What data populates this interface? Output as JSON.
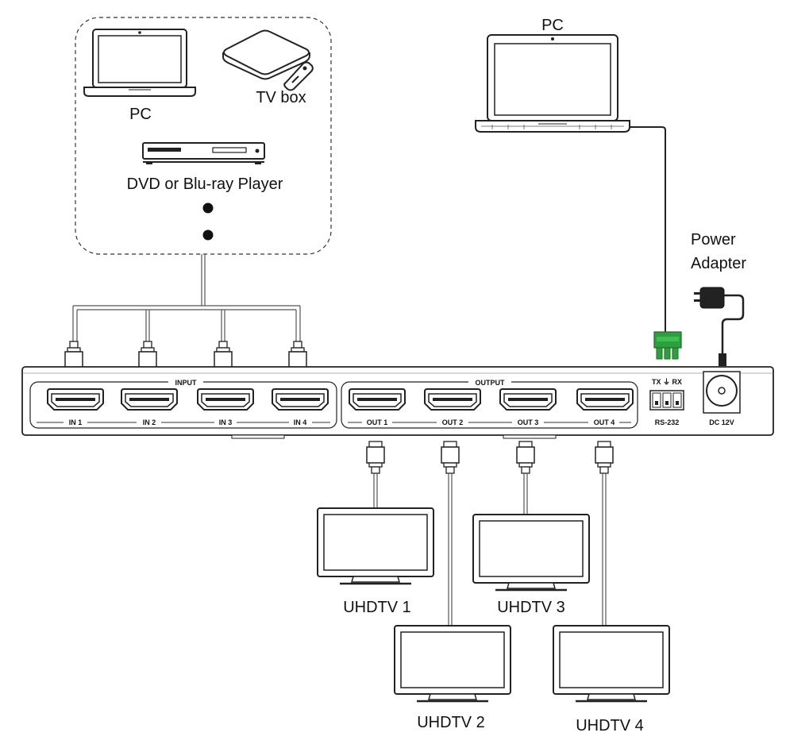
{
  "sources": {
    "pc_label": "PC",
    "tvbox_label": "TV box",
    "dvd_label": "DVD or Blu-ray Player"
  },
  "control_pc": {
    "label": "PC"
  },
  "power": {
    "label_line1": "Power",
    "label_line2": "Adapter"
  },
  "device": {
    "input_group": "INPUT",
    "output_group": "OUTPUT",
    "inputs": [
      "IN 1",
      "IN 2",
      "IN 3",
      "IN 4"
    ],
    "outputs": [
      "OUT 1",
      "OUT 2",
      "OUT 3",
      "OUT 4"
    ],
    "rs232_pins": "TX ⏚ RX",
    "rs232_label": "RS-232",
    "dc_label": "DC 12V"
  },
  "displays": [
    "UHDTV 1",
    "UHDTV 2",
    "UHDTV 3",
    "UHDTV 4"
  ],
  "colors": {
    "terminal_green": "#2f9e3e",
    "line": "#222222"
  }
}
